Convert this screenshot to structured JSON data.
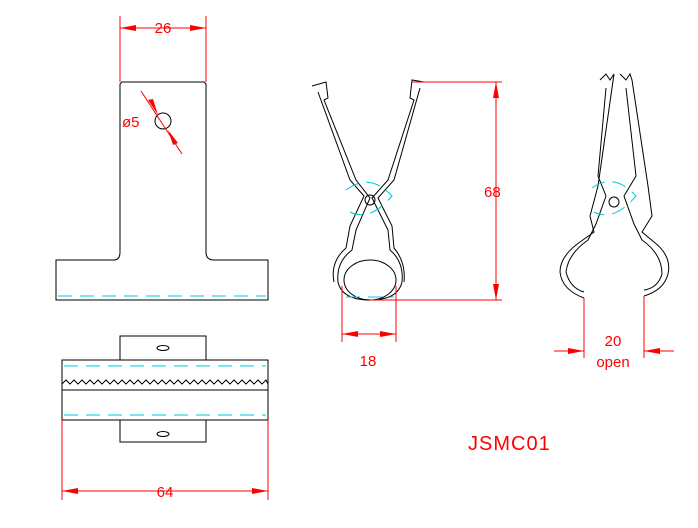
{
  "dimensions": {
    "width_top": "26",
    "hole_dia": "ø5",
    "height": "68",
    "jaw_width": "18",
    "open_width": "20",
    "open_label": "open",
    "total_length": "64"
  },
  "part_number": "JSMC01",
  "colors": {
    "outline": "#000000",
    "dimension": "#ff0000",
    "hidden_line": "#00c8d8",
    "background": "#ffffff"
  }
}
